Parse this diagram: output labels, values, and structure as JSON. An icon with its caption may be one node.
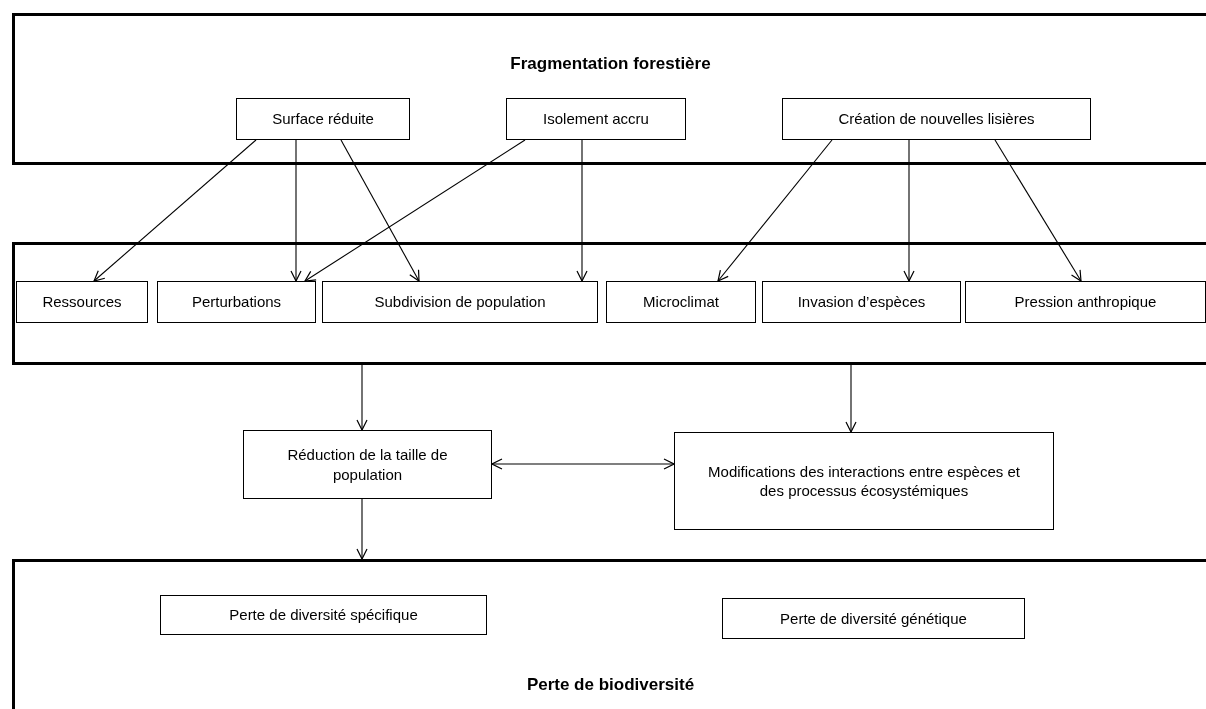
{
  "diagram": {
    "nodes": [
      {
        "text": [
          "Fragmentation forestière"
        ]
      },
      {
        "text": [
          "Surface réduite"
        ],
        "in": 0
      },
      {
        "text": [
          "Isolement accru"
        ],
        "in": 0
      },
      {
        "text": [
          "Création de nouvelles lisières"
        ],
        "in": 0
      },
      {
        "text": [],
        "shape": "box"
      },
      {
        "text": [
          "Ressources"
        ],
        "in": 4
      },
      {
        "text": [
          "Perturbations"
        ],
        "in": 4
      },
      {
        "text": [
          "Subdivision de population"
        ],
        "in": 4
      },
      {
        "text": [
          "Microclimat"
        ],
        "in": 4
      },
      {
        "text": [
          "Invasion d’espèces"
        ],
        "in": 4
      },
      {
        "text": [
          "Pression anthropique"
        ],
        "in": 4
      },
      {
        "text": [
          "Réduction de la taille de population"
        ]
      },
      {
        "text": [
          "Modifications des interactions entre espèces et des processus écosystémiques"
        ]
      },
      {
        "text": [
          "Perte de biodiversité"
        ]
      },
      {
        "text": [
          "Perte de diversité spécifique"
        ],
        "in": 13
      },
      {
        "text": [
          "Perte de diversité génétique"
        ],
        "in": 13
      }
    ],
    "edges": [
      {
        "from": 1,
        "to": 5,
        "arrow": "to"
      },
      {
        "from": 1,
        "to": 6,
        "arrow": "to"
      },
      {
        "from": 1,
        "to": 7,
        "arrow": "to"
      },
      {
        "from": 2,
        "to": 6,
        "arrow": "to"
      },
      {
        "from": 2,
        "to": 7,
        "arrow": "to"
      },
      {
        "from": 3,
        "to": 8,
        "arrow": "to"
      },
      {
        "from": 3,
        "to": 9,
        "arrow": "to"
      },
      {
        "from": 3,
        "to": 10,
        "arrow": "to"
      },
      {
        "from": 4,
        "to": 11,
        "arrow": "to"
      },
      {
        "from": 4,
        "to": 12,
        "arrow": "to"
      },
      {
        "from": 11,
        "to": 12,
        "arrow": "both"
      },
      {
        "from": 11,
        "to": 13,
        "arrow": "to"
      }
    ]
  }
}
